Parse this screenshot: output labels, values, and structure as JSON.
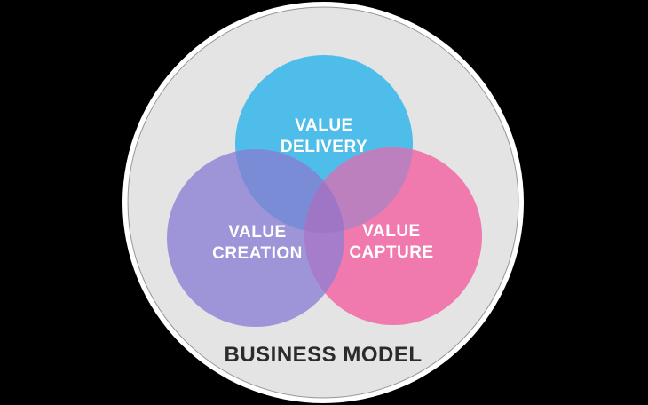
{
  "diagram_title": "BUSINESS MODEL",
  "background": {
    "outside_color": "#000000",
    "halo_color": "#FFFFFF"
  },
  "outer_circle": {
    "label": "BUSINESS MODEL",
    "fill": "#E4E4E4",
    "label_color": "#2B2B2B"
  },
  "label_text_color": "#FFFFFF",
  "circles": {
    "delivery": {
      "line1": "VALUE",
      "line2": "DELIVERY",
      "fill": "#4FBDE9"
    },
    "creation": {
      "line1": "VALUE",
      "line2": "CREATION",
      "fill": "#9E95D9"
    },
    "capture": {
      "line1": "VALUE",
      "line2": "CAPTURE",
      "fill": "#F07AAD"
    }
  },
  "overlaps": {
    "delivery_creation": "#7B8CD7",
    "delivery_capture": "#BD80BF",
    "creation_capture": "#A67DCB",
    "center": "#9F76C6"
  }
}
